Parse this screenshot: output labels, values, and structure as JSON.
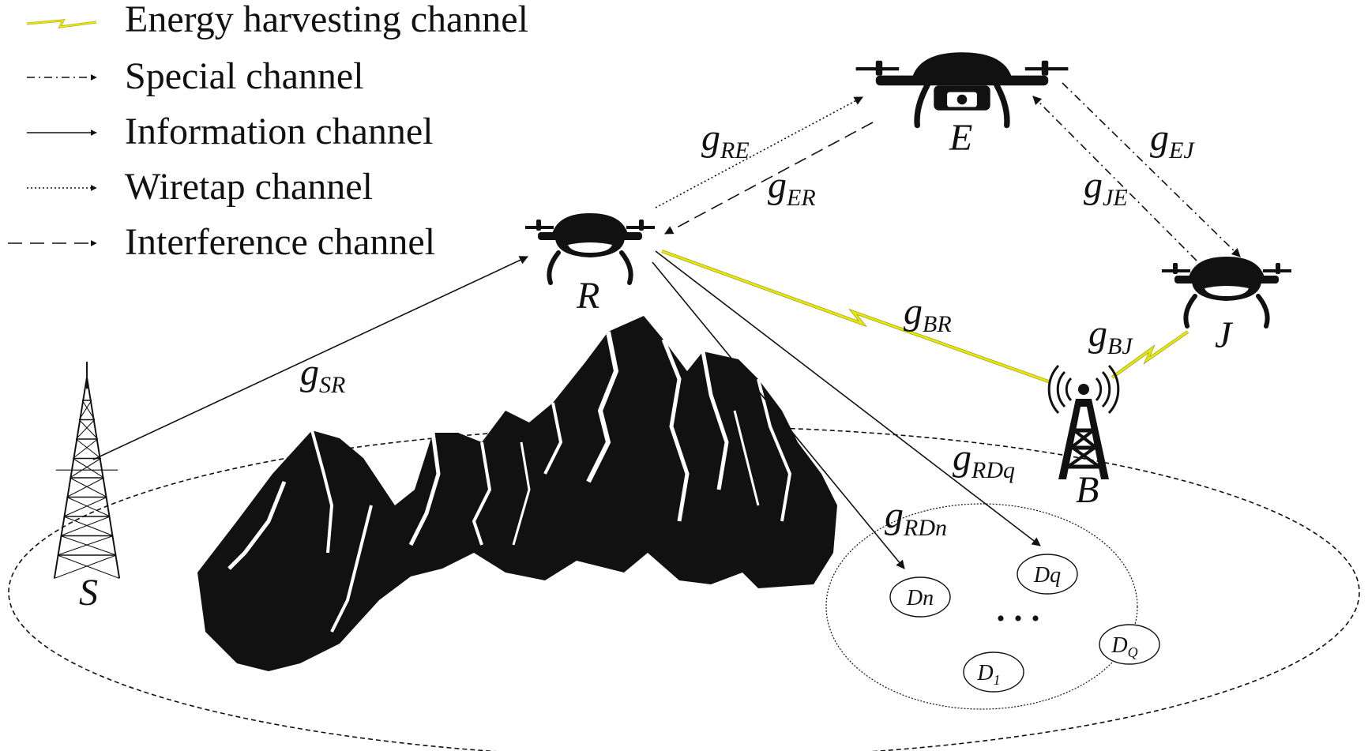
{
  "legend": {
    "items": [
      {
        "label": "Energy harvesting channel",
        "style": "energy"
      },
      {
        "label": "Special channel",
        "style": "dashdot"
      },
      {
        "label": "Information channel",
        "style": "solid"
      },
      {
        "label": "Wiretap channel",
        "style": "dotted"
      },
      {
        "label": "Interference channel",
        "style": "dashed"
      }
    ]
  },
  "nodes": {
    "S": "S",
    "R": "R",
    "E": "E",
    "J": "J",
    "B": "B"
  },
  "channels": {
    "gSR": {
      "main": "g",
      "sub": "SR"
    },
    "gRE": {
      "main": "g",
      "sub": "RE"
    },
    "gER": {
      "main": "g",
      "sub": "ER"
    },
    "gEJ": {
      "main": "g",
      "sub": "EJ"
    },
    "gJE": {
      "main": "g",
      "sub": "JE"
    },
    "gBR": {
      "main": "g",
      "sub": "BR"
    },
    "gBJ": {
      "main": "g",
      "sub": "BJ"
    },
    "gRDq": {
      "main": "g",
      "sub": "RDq"
    },
    "gRDn": {
      "main": "g",
      "sub": "RDn"
    }
  },
  "devices": {
    "Dn": {
      "main": "Dn",
      "sub": ""
    },
    "Dq": {
      "main": "Dq",
      "sub": ""
    },
    "D1": {
      "main": "D",
      "sub": "1"
    },
    "DQ": {
      "main": "D",
      "sub": "Q"
    },
    "ellipsis": "• • •"
  },
  "colors": {
    "ink": "#111111",
    "energy": "#e8e800",
    "energy_edge": "#9a9a2a"
  },
  "icons": [
    "drone-icon",
    "camera-drone-icon",
    "transmission-tower-icon",
    "base-station-icon",
    "mountain-icon"
  ]
}
